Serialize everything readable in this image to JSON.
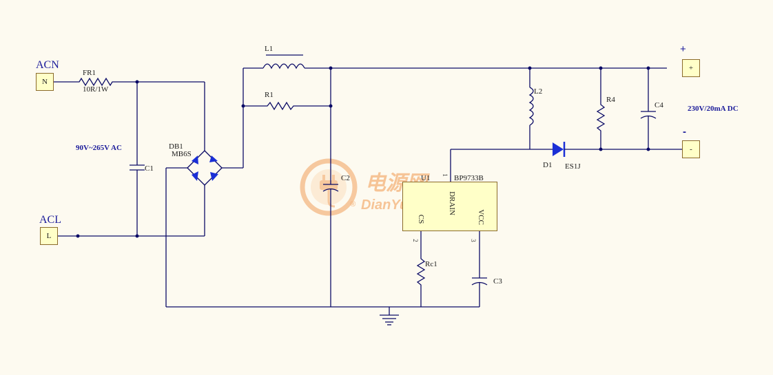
{
  "ports": {
    "acn": {
      "label": "ACN",
      "pin": "N"
    },
    "acl": {
      "label": "ACL",
      "pin": "L"
    },
    "out_plus": {
      "polarity": "+",
      "pin": "+"
    },
    "out_minus": {
      "polarity": "-",
      "pin": "-"
    }
  },
  "notes": {
    "input_voltage": "90V~265V AC",
    "output_rating": "230V/20mA DC"
  },
  "components": {
    "fr1": {
      "ref": "FR1",
      "value": "10R/1W"
    },
    "c1": {
      "ref": "C1"
    },
    "db1": {
      "ref": "DB1",
      "value": "MB6S"
    },
    "l1": {
      "ref": "L1"
    },
    "r1": {
      "ref": "R1"
    },
    "c2": {
      "ref": "C2"
    },
    "l2": {
      "ref": "L2"
    },
    "r4": {
      "ref": "R4"
    },
    "c4": {
      "ref": "C4"
    },
    "d1": {
      "ref": "D1",
      "value": "ES1J"
    },
    "u1": {
      "ref": "U1",
      "value": "BP9733B",
      "pins": {
        "drain": "DRAIN",
        "cs": "CS",
        "vcc": "VCC"
      },
      "pin_numbers": {
        "drain": "1",
        "cs": "2",
        "vcc": "3"
      }
    },
    "rc1": {
      "ref": "Rc1"
    },
    "c3": {
      "ref": "C3"
    }
  },
  "watermark": {
    "cn": "电源网",
    "en": "DianYuan.com",
    "reg": "®"
  },
  "colors": {
    "wire": "#0b0b66",
    "diode": "#1a2fd6",
    "label_blue": "#1b1b9a",
    "port_fill": "#ffffc8",
    "background": "#fdfaf0",
    "watermark": "#f2a15c"
  }
}
